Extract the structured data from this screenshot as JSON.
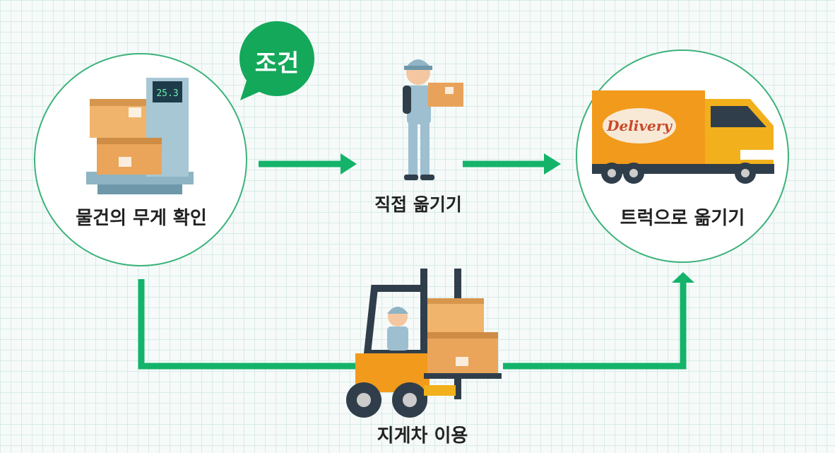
{
  "condition_bubble": {
    "text": "조건",
    "color": "#14a85a"
  },
  "nodes": {
    "weigh": {
      "label": "물건의 무게 확인",
      "scale_display": "25.3"
    },
    "direct": {
      "label": "직접 옮기기"
    },
    "truck": {
      "label": "트럭으로 옮기기",
      "truck_logo": "Delivery"
    },
    "forklift": {
      "label": "지게차 이용"
    }
  },
  "colors": {
    "arrow": "#14b36a",
    "circle_border": "#3cb27a",
    "box": "#eaa55a",
    "truck": "#f29a1c"
  }
}
